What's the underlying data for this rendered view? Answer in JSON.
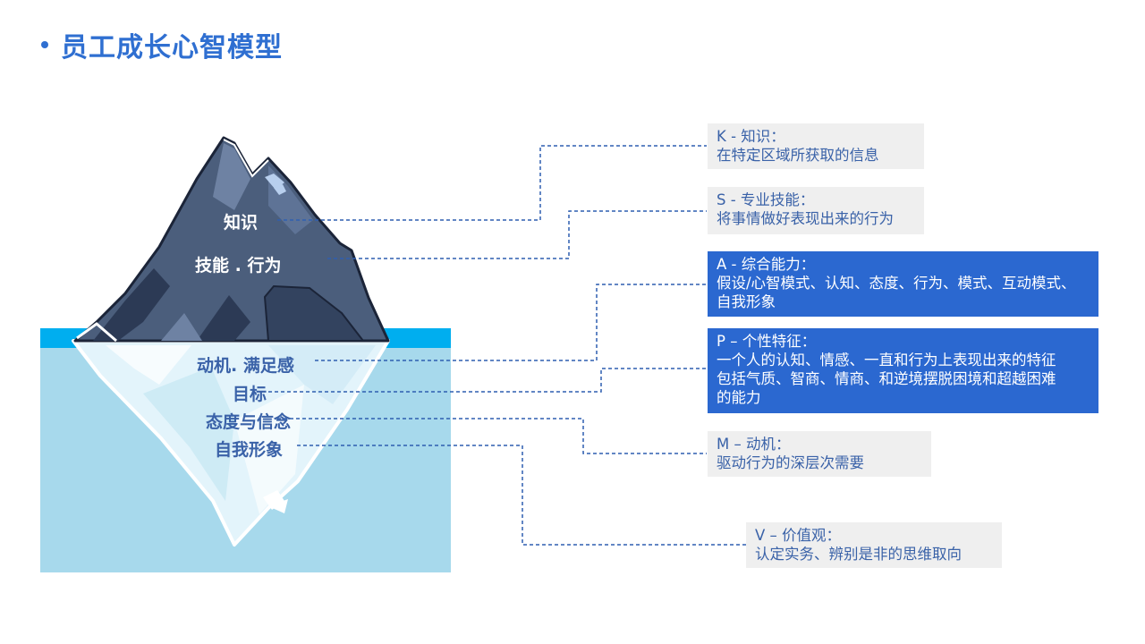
{
  "page": {
    "title": "员工成长心智模型"
  },
  "colors": {
    "accent": "#2f6fd1",
    "dark_box": "#2b68d0",
    "light_box": "#efefef",
    "water_surface": "#00aeef",
    "water": "#a7d9ec",
    "connector": "#2f5fb0"
  },
  "iceberg": {
    "top_labels": [
      {
        "text": "知识"
      },
      {
        "text": "技能 . 行为"
      }
    ],
    "bottom_labels": [
      {
        "text": "动机. 满足感"
      },
      {
        "text": "目标"
      },
      {
        "text": "态度与信念"
      },
      {
        "text": "自我形象"
      }
    ]
  },
  "boxes": [
    {
      "key": "K",
      "title": "K -  知识：",
      "lines": [
        "在特定区域所获取的信息"
      ],
      "style": "light"
    },
    {
      "key": "S",
      "title": "S -  专业技能：",
      "lines": [
        "将事情做好表现出来的行为"
      ],
      "style": "light"
    },
    {
      "key": "A",
      "title": "A -  综合能力：",
      "lines": [
        "假设/心智模式、认知、态度、行为、模式、互动模式、",
        "自我形象"
      ],
      "style": "dark"
    },
    {
      "key": "P",
      "title": "P – 个性特征：",
      "lines": [
        "一个人的认知、情感、一直和行为上表现出来的特征",
        "包括气质、智商、情商、和逆境摆脱困境和超越困难",
        "的能力"
      ],
      "style": "dark"
    },
    {
      "key": "M",
      "title": "M – 动机：",
      "lines": [
        "驱动行为的深层次需要"
      ],
      "style": "light"
    },
    {
      "key": "V",
      "title": "V – 价值观：",
      "lines": [
        "认定实务、辨别是非的思维取向"
      ],
      "style": "light"
    }
  ]
}
